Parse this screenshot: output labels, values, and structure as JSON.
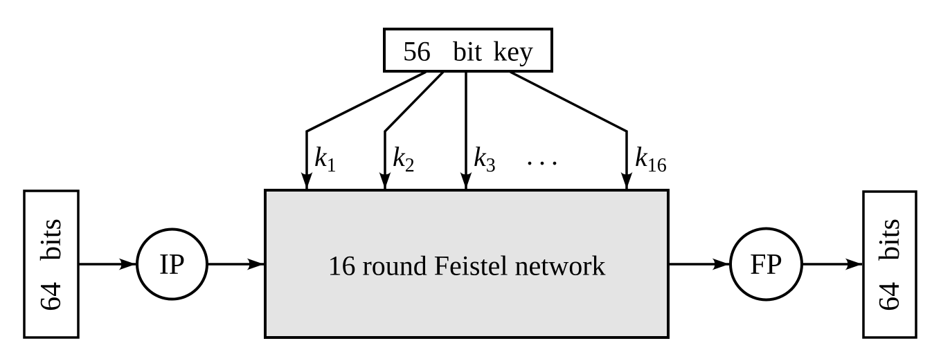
{
  "colors": {
    "background": "#ffffff",
    "stroke": "#000000",
    "feistel_fill": "#e4e4e4"
  },
  "key_box": {
    "label": "56  bit key"
  },
  "subkeys": {
    "k1": {
      "base": "k",
      "sub": "1"
    },
    "k2": {
      "base": "k",
      "sub": "2"
    },
    "k3": {
      "base": "k",
      "sub": "3"
    },
    "k16": {
      "base": "k",
      "sub": "16"
    }
  },
  "ellipsis": "...",
  "feistel": {
    "label": "16 round Feistel network"
  },
  "input_box": {
    "label": "64  bits"
  },
  "ip_node": {
    "label": "IP"
  },
  "fp_node": {
    "label": "FP"
  },
  "output_box": {
    "label": "64  bits"
  }
}
